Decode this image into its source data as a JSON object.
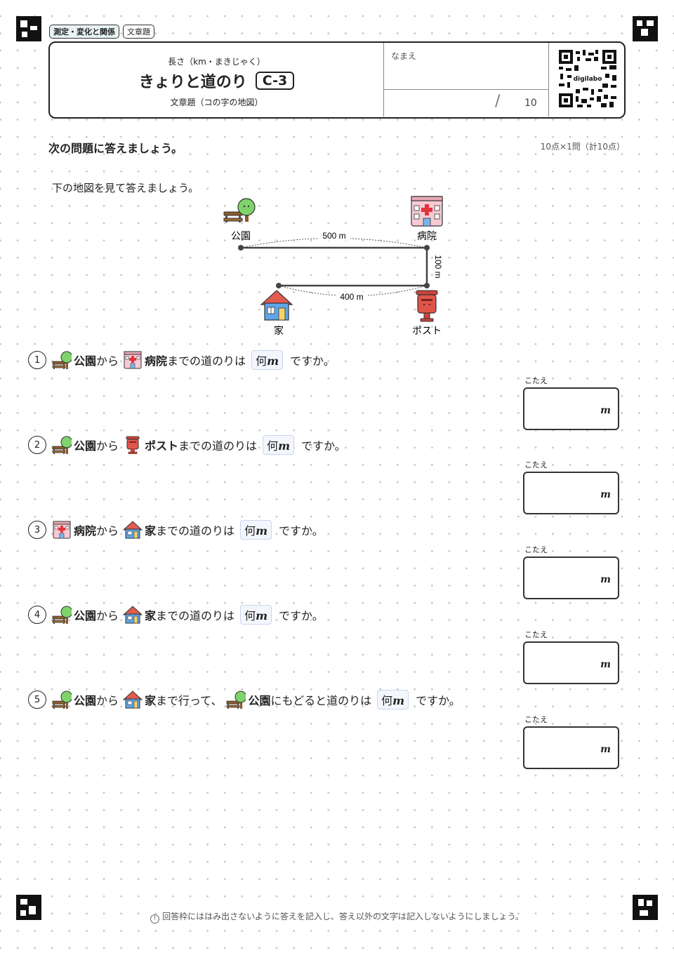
{
  "tags": [
    "測定・変化と関係",
    "文章題"
  ],
  "header": {
    "subtitle": "長さ（km・まきじゃく）",
    "title": "きょりと道のり",
    "code": "C-3",
    "caption": "文章題（コの字の地図）",
    "name_label": "なまえ",
    "score_slash": "/",
    "score_total": "10",
    "qr_text": "digilabo"
  },
  "instruction": "次の問題に答えましょう。",
  "points": "10点×1問（計10点）",
  "lead": "下の地図を見て答えましょう。",
  "map": {
    "places": {
      "park": "公園",
      "hospital": "病院",
      "home": "家",
      "post": "ポスト"
    },
    "distances": {
      "top": "500 m",
      "right": "100 m",
      "bottom": "400 m"
    }
  },
  "questions": [
    {
      "num": "1",
      "from": "公園",
      "from_icon": "park",
      "mid": "から",
      "to": "病院",
      "to_icon": "hospital",
      "suffix": "までの道のりは",
      "ask": "何",
      "unit": "m",
      "end": "ですか。"
    },
    {
      "num": "2",
      "from": "公園",
      "from_icon": "park",
      "mid": "から",
      "to": "ポスト",
      "to_icon": "post",
      "suffix": "までの道のりは",
      "ask": "何",
      "unit": "m",
      "end": "ですか。"
    },
    {
      "num": "3",
      "from": "病院",
      "from_icon": "hospital",
      "mid": "から",
      "to": "家",
      "to_icon": "home",
      "suffix": "までの道のりは",
      "ask": "何",
      "unit": "m",
      "end": "ですか。"
    },
    {
      "num": "4",
      "from": "公園",
      "from_icon": "park",
      "mid": "から",
      "to": "家",
      "to_icon": "home",
      "suffix": "までの道のりは",
      "ask": "何",
      "unit": "m",
      "end": "ですか。"
    },
    {
      "num": "5",
      "from": "公園",
      "from_icon": "park",
      "mid": "から",
      "to": "家",
      "to_icon": "home",
      "suffix": "まで行って、",
      "back": "公園",
      "back_icon": "park",
      "back_suffix": "にもどると道のりは",
      "ask": "何",
      "unit": "m",
      "end": "ですか。"
    }
  ],
  "answer_label": "こたえ",
  "answer_unit": "m",
  "footer": "回答枠にははみ出さないように答えを記入し、答え以外の文字は記入しないようにしましょう。",
  "footer_icon": "!",
  "colors": {
    "tree": "#7ed36a",
    "hospital": "#f7c9d3",
    "cross": "#e2343c",
    "house_roof": "#e25b4f",
    "house_wall": "#5fa6e8",
    "post": "#e0554a",
    "ask_bg": "#f3f6fc"
  }
}
